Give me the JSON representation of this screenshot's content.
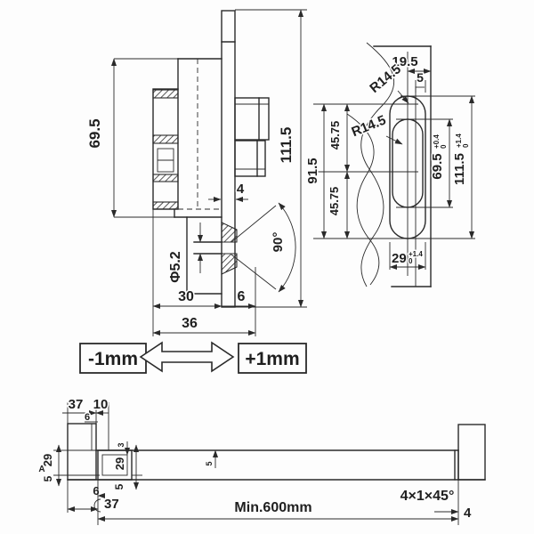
{
  "drawing": {
    "left_view": {
      "height": "69.5",
      "total_height": "111.5",
      "faceplate_thickness": "4",
      "hole_diameter": "Φ5.2",
      "backset": "30",
      "latch_proj": "6",
      "total_depth": "36",
      "rotation_angle": "90°"
    },
    "faceplate_view": {
      "edge_offset": "19.5",
      "side_offset": "5",
      "radius_upper": "R14.5",
      "radius_lower": "R14.5",
      "span": "91.5",
      "half_span_upper": "45.75",
      "half_span_lower": "45.75",
      "cutout_height": "69.5",
      "cutout_height_tol_plus": "+0.4",
      "cutout_height_tol_minus": "0",
      "cutout_total": "111.5",
      "cutout_total_tol_plus": "+1.4",
      "cutout_total_tol_minus": "0",
      "cutout_width": "29",
      "cutout_width_tol_plus": "+1.4",
      "cutout_width_tol_minus": "0"
    },
    "adjustment": {
      "minus_label": "-1mm",
      "plus_label": "+1mm"
    },
    "spindle_view": {
      "block_width_top": "37",
      "offset_10": "10",
      "offset_6_top": "6",
      "section_height_left": "29",
      "wall_left": "5",
      "detail_a": "A",
      "wall_3": "3",
      "section_height_right": "29",
      "wall_right": "5",
      "wall_mid": "5",
      "offset_6_bottom": "6",
      "block_width_bottom": "37",
      "min_length": "Min.600mm",
      "chamfer": "4×1×45°",
      "end_4": "4"
    }
  }
}
